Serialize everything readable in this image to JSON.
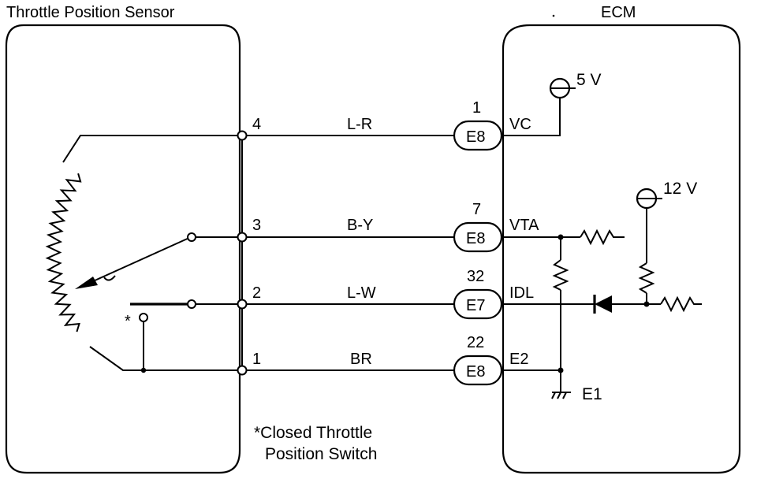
{
  "sensor": {
    "title": "Throttle Position Sensor",
    "pins": [
      {
        "number": "4",
        "wire": "L-R"
      },
      {
        "number": "3",
        "wire": "B-Y"
      },
      {
        "number": "2",
        "wire": "L-W"
      },
      {
        "number": "1",
        "wire": "BR"
      }
    ],
    "switch_marker": "*",
    "note_line1": "*Closed Throttle",
    "note_line2": "Position Switch"
  },
  "ecm": {
    "title": "ECM",
    "connections": [
      {
        "pin": "1",
        "connector": "E8",
        "signal": "VC"
      },
      {
        "pin": "7",
        "connector": "E8",
        "signal": "VTA"
      },
      {
        "pin": "32",
        "connector": "E7",
        "signal": "IDL"
      },
      {
        "pin": "22",
        "connector": "E8",
        "signal": "E2"
      }
    ],
    "supply_5v": "5 V",
    "supply_12v": "12 V",
    "ground_label": "E1"
  }
}
